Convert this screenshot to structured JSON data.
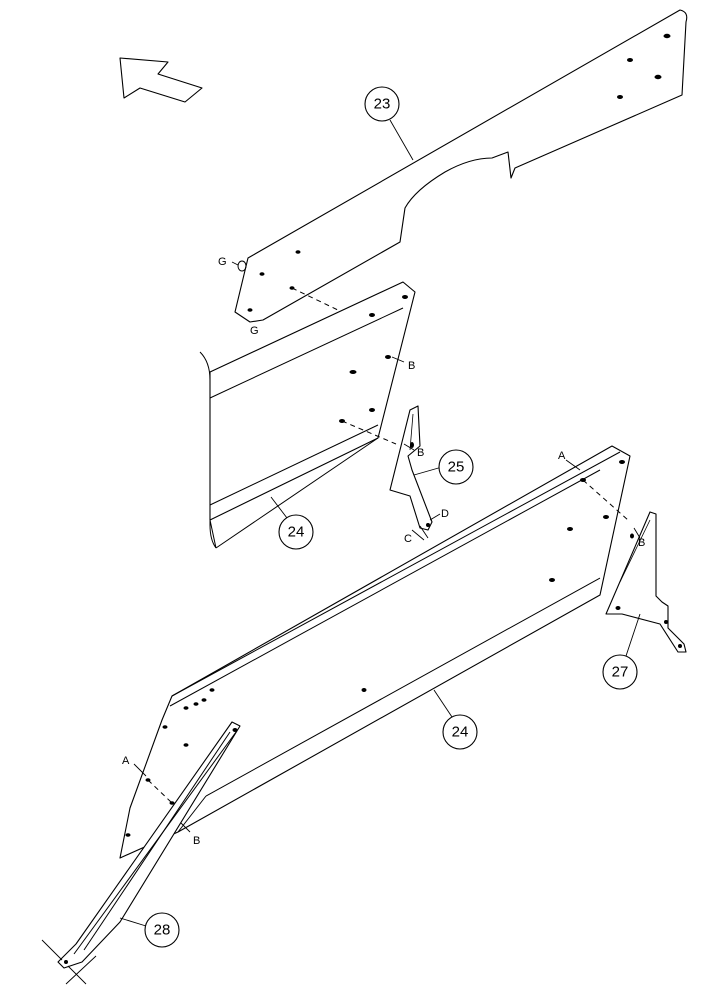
{
  "callouts": {
    "c23": "23",
    "c24_upper": "24",
    "c25": "25",
    "c24_lower": "24",
    "c27": "27",
    "c28": "28"
  },
  "letters": {
    "g_top": "G",
    "g_bottom": "G",
    "b_upper": "B",
    "b_mid": "B",
    "d": "D",
    "c": "C",
    "a_right": "A",
    "b_right": "B",
    "a_left": "A",
    "b_left": "B"
  },
  "icons": {
    "direction_arrow": "arrow-up-left-icon"
  }
}
